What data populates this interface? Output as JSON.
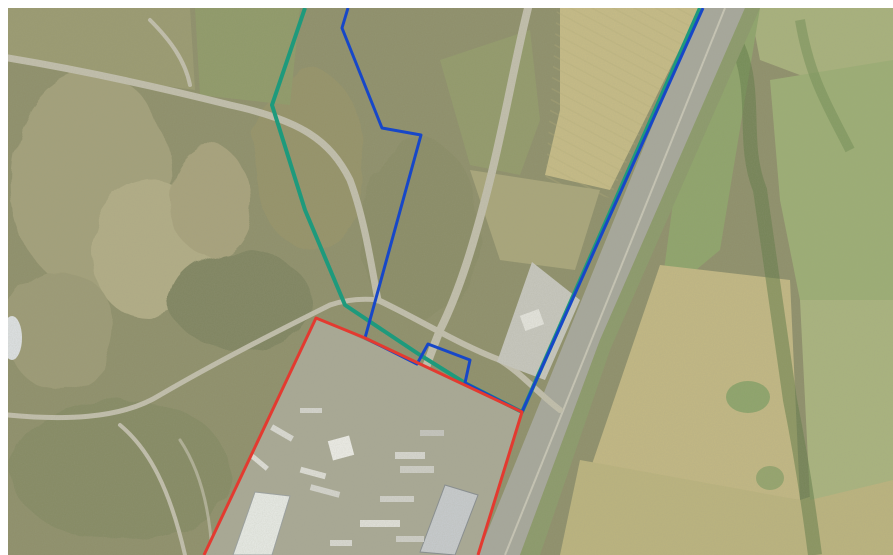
{
  "map": {
    "kind": "aerial-imagery",
    "colors": {
      "green_boundary": "#1e9a7c",
      "blue_boundary": "#1747c8",
      "red_boundary": "#e33a30",
      "field_light": "#c4b884",
      "field_green": "#9aa872",
      "scrub": "#8e8f6a",
      "road": "#b9b7a8",
      "highway": "#a6a79c"
    },
    "overlays": [
      {
        "id": "green-boundary",
        "color": "#1e9a7c"
      },
      {
        "id": "blue-boundary",
        "color": "#1747c8"
      },
      {
        "id": "red-boundary",
        "color": "#e33a30"
      }
    ]
  }
}
